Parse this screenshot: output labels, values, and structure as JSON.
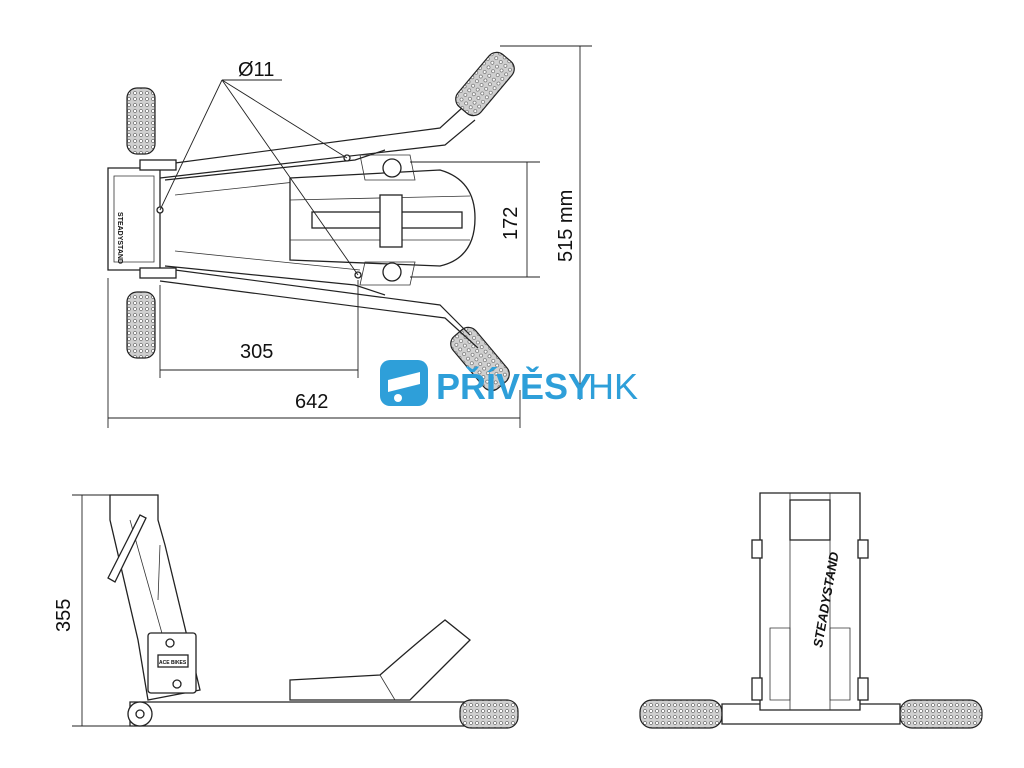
{
  "dimensions": {
    "hole": "Ø11",
    "inner_length": "305",
    "total_length": "642",
    "wheel_width": "172",
    "total_width": "515 mm",
    "height": "355"
  },
  "labels": {
    "stand_text": "STEADYSTAND",
    "plate_text": "ACE BIKES"
  },
  "watermark": {
    "brand": "PŘÍVĚSY",
    "suffix": "HK",
    "icon": "trailer-logo-icon"
  },
  "colors": {
    "line": "#222222",
    "grip": "#bdbdbd",
    "brand": "#2e9fd9"
  }
}
